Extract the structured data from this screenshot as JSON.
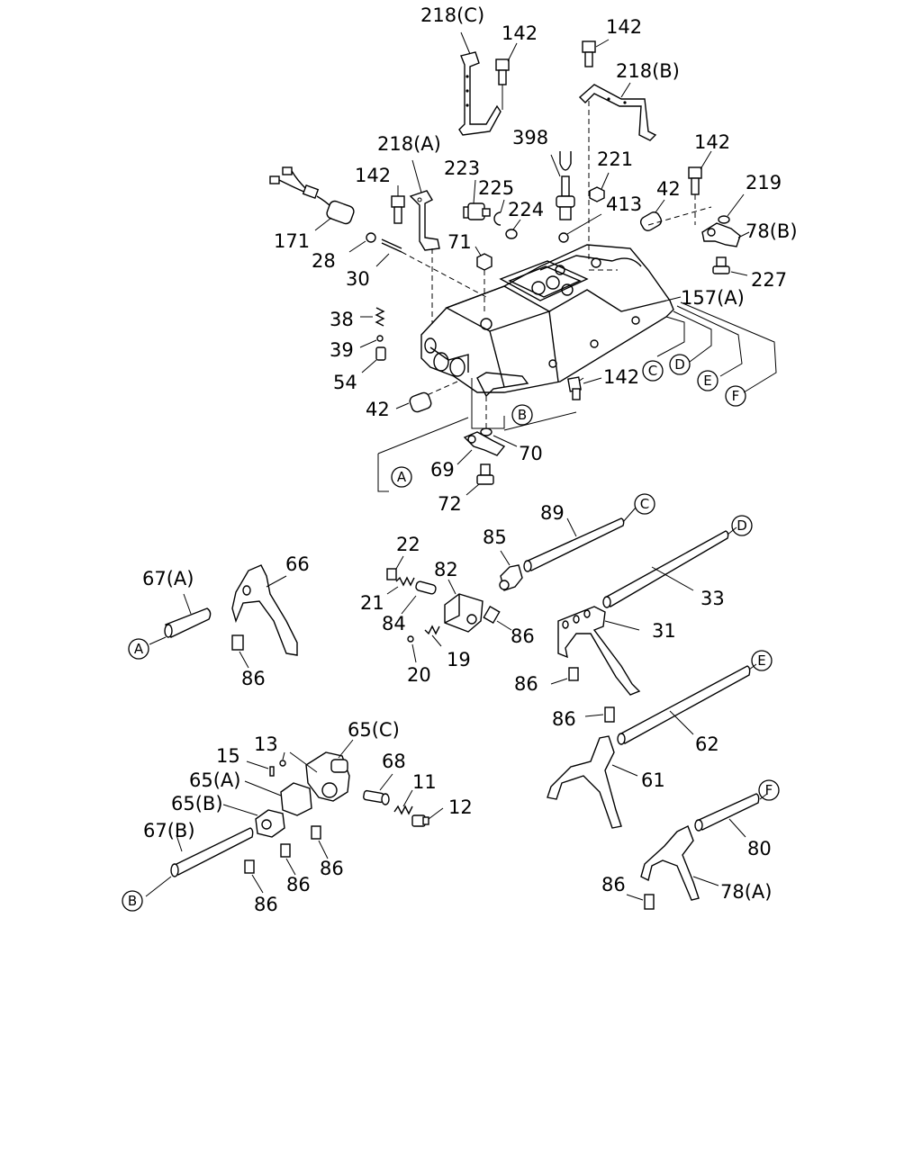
{
  "labels": [
    {
      "id": "p218c",
      "text": "218(C)"
    },
    {
      "id": "p142a",
      "text": "142"
    },
    {
      "id": "p142b",
      "text": "142"
    },
    {
      "id": "p218b",
      "text": "218(B)"
    },
    {
      "id": "p398",
      "text": "398"
    },
    {
      "id": "p218a",
      "text": "218(A)"
    },
    {
      "id": "p221",
      "text": "221"
    },
    {
      "id": "p142c",
      "text": "142"
    },
    {
      "id": "p223",
      "text": "223"
    },
    {
      "id": "p225",
      "text": "225"
    },
    {
      "id": "p142d",
      "text": "142"
    },
    {
      "id": "p413",
      "text": "413"
    },
    {
      "id": "p42a",
      "text": "42"
    },
    {
      "id": "p219",
      "text": "219"
    },
    {
      "id": "p224",
      "text": "224"
    },
    {
      "id": "p78b",
      "text": "78(B)"
    },
    {
      "id": "p171",
      "text": "171"
    },
    {
      "id": "p71",
      "text": "71"
    },
    {
      "id": "p28",
      "text": "28"
    },
    {
      "id": "p227",
      "text": "227"
    },
    {
      "id": "p30",
      "text": "30"
    },
    {
      "id": "p157a",
      "text": "157(A)"
    },
    {
      "id": "p38",
      "text": "38"
    },
    {
      "id": "p39",
      "text": "39"
    },
    {
      "id": "p54",
      "text": "54"
    },
    {
      "id": "p142e",
      "text": "142"
    },
    {
      "id": "p42b",
      "text": "42"
    },
    {
      "id": "p70",
      "text": "70"
    },
    {
      "id": "p69",
      "text": "69"
    },
    {
      "id": "p72",
      "text": "72"
    },
    {
      "id": "p89",
      "text": "89"
    },
    {
      "id": "p22",
      "text": "22"
    },
    {
      "id": "p85",
      "text": "85"
    },
    {
      "id": "p67a",
      "text": "67(A)"
    },
    {
      "id": "p66",
      "text": "66"
    },
    {
      "id": "p82",
      "text": "82"
    },
    {
      "id": "p33",
      "text": "33"
    },
    {
      "id": "p21",
      "text": "21"
    },
    {
      "id": "p84",
      "text": "84"
    },
    {
      "id": "p86a",
      "text": "86"
    },
    {
      "id": "p31",
      "text": "31"
    },
    {
      "id": "p19",
      "text": "19"
    },
    {
      "id": "p86b",
      "text": "86"
    },
    {
      "id": "p20",
      "text": "20"
    },
    {
      "id": "p86c",
      "text": "86"
    },
    {
      "id": "p86d",
      "text": "86"
    },
    {
      "id": "p65c",
      "text": "65(C)"
    },
    {
      "id": "p62",
      "text": "62"
    },
    {
      "id": "p13",
      "text": "13"
    },
    {
      "id": "p15",
      "text": "15"
    },
    {
      "id": "p68",
      "text": "68"
    },
    {
      "id": "p65a",
      "text": "65(A)"
    },
    {
      "id": "p61",
      "text": "61"
    },
    {
      "id": "p11",
      "text": "11"
    },
    {
      "id": "p65b",
      "text": "65(B)"
    },
    {
      "id": "p12",
      "text": "12"
    },
    {
      "id": "p67b",
      "text": "67(B)"
    },
    {
      "id": "p80",
      "text": "80"
    },
    {
      "id": "p86e",
      "text": "86"
    },
    {
      "id": "p86f",
      "text": "86"
    },
    {
      "id": "p86g",
      "text": "86"
    },
    {
      "id": "p86h",
      "text": "86"
    },
    {
      "id": "p78a",
      "text": "78(A)"
    }
  ],
  "refs": {
    "A": "A",
    "B": "B",
    "C": "C",
    "D": "D",
    "E": "E",
    "F": "F"
  }
}
